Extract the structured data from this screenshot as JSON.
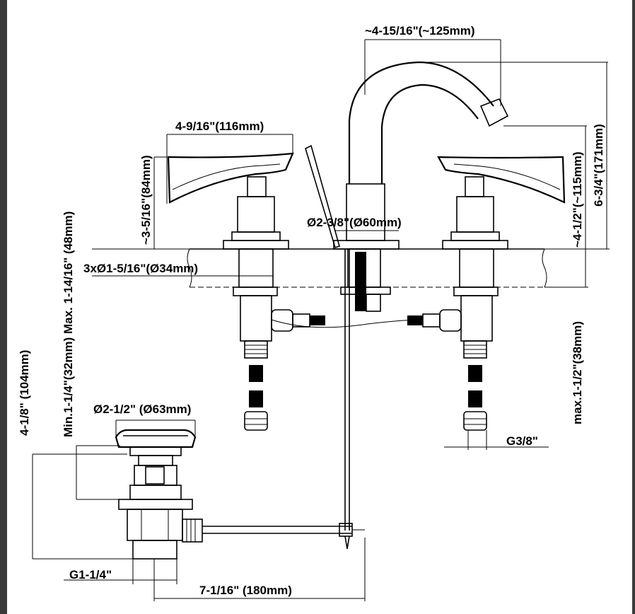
{
  "colors": {
    "line": "#000000",
    "frame": "#3a3a3a",
    "background": "#ffffff"
  },
  "dimensions": {
    "spout_reach": "~4-15/16\"(~125mm)",
    "handle_length": "4-9/16\"(116mm)",
    "handle_height": "~3-5/16\"(84mm)",
    "spout_base_diameter": "Ø2-3/8\"(Ø60mm)",
    "hole_diameter": "3xØ1-5/16\"(Ø34mm)",
    "spout_height": "~4-1/2\"(~115mm)",
    "overall_height": "6-3/4\"(171mm)",
    "deck_thickness": "max.1-1/2\"(38mm)",
    "drain_range": "Min.1-1/4\"(32mm) Max. 1-14/16\" (48mm)",
    "drain_height": "4-1/8\" (104mm)",
    "drain_cap_diameter": "Ø2-1/2\" (Ø63mm)",
    "supply_thread": "G3/8\"",
    "drain_thread": "G1-1/4\"",
    "rod_length": "7-1/16\" (180mm)"
  }
}
